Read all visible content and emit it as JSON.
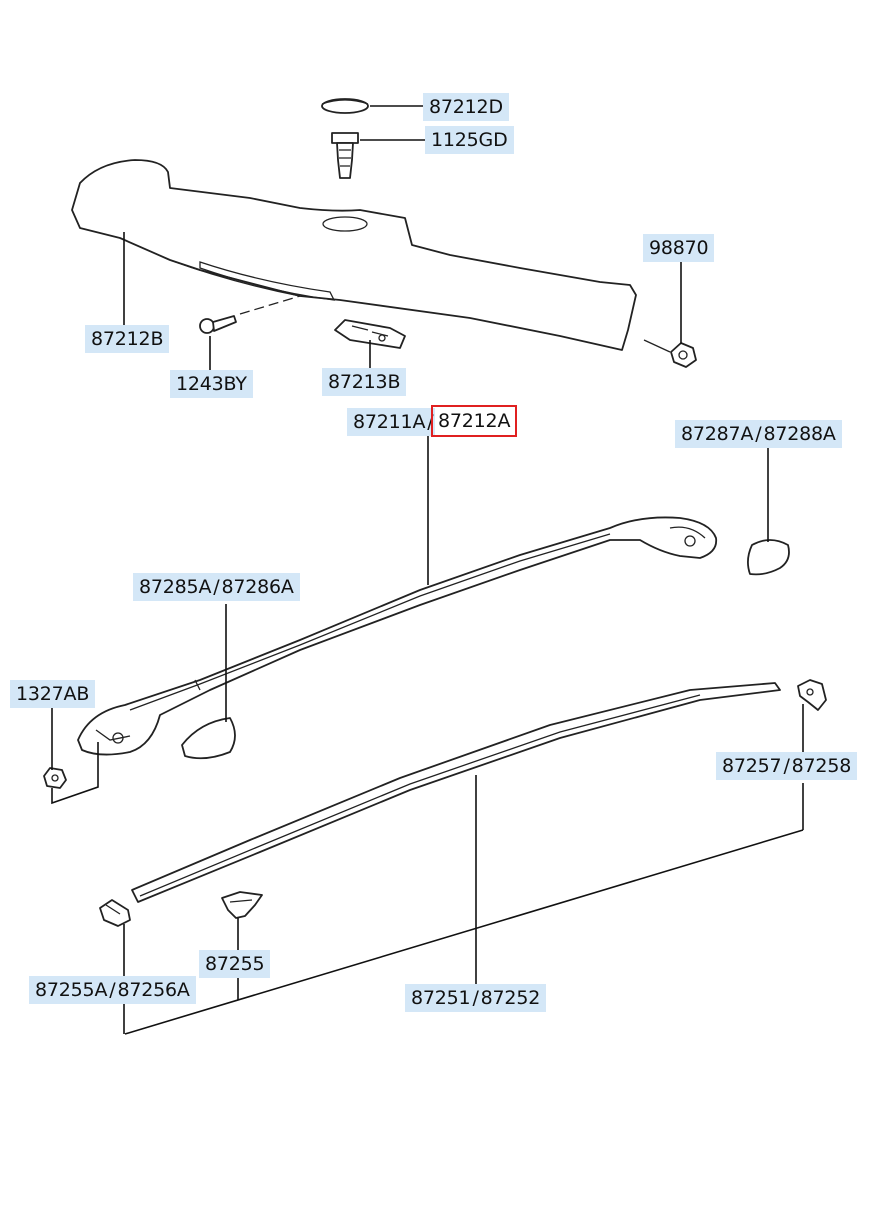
{
  "labels": {
    "l87212D": "87212D",
    "l1125GD": "1125GD",
    "l98870": "98870",
    "l87212B": "87212B",
    "l1243BY": "1243BY",
    "l87213B": "87213B",
    "l87211A": "87211A",
    "l87212A": "87212A",
    "l87287A": "87287A",
    "l87288A": "87288A",
    "l87285A": "87285A",
    "l87286A": "87286A",
    "l1327AB": "1327AB",
    "l87257": "87257",
    "l87258": "87258",
    "l87255": "87255",
    "l87255A": "87255A",
    "l87256A": "87256A",
    "l87251": "87251",
    "l87252": "87252",
    "sep": "/"
  },
  "highlight_color": "#e02020",
  "label_bg_color": "#d4e7f7"
}
